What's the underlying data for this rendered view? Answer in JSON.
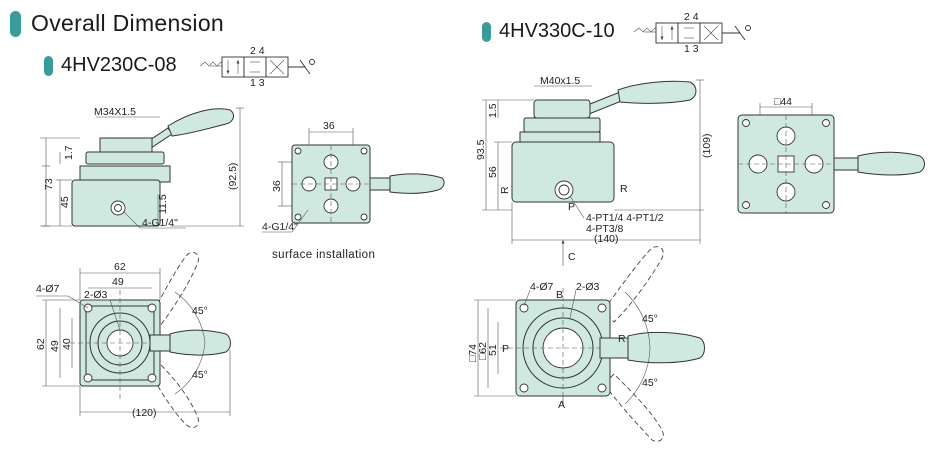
{
  "header": {
    "title": "Overall Dimension",
    "model_a": "4HV230C-08",
    "model_b": "4HV330C-10",
    "accent_color": "#3a9c9a",
    "body_color": "#cfe9e0"
  },
  "symbol_a": {
    "top": "2 4",
    "bottom": "1 3"
  },
  "symbol_b": {
    "top": "2 4",
    "bottom": "1 3"
  },
  "model_a_views": {
    "front": {
      "thread": "M34X1.5",
      "d1": "1.7",
      "d2": "73",
      "d3": "45",
      "d4": "11.5",
      "d5": "(92.5)",
      "port": "4-G1/4\""
    },
    "side": {
      "width": "36",
      "height": "36",
      "port": "4-G1/4\"",
      "caption": "surface installation"
    },
    "top": {
      "w1": "62",
      "w2": "49",
      "hole_a": "4-Ø7",
      "hole_b": "2-Ø3",
      "h1": "62",
      "h2": "49",
      "h3": "40",
      "angle_a": "45°",
      "angle_b": "45°",
      "total": "(120)"
    }
  },
  "model_b_views": {
    "front": {
      "thread": "M40x1.5",
      "d1": "1.5",
      "d2": "93.5",
      "d3": "56",
      "d5": "(109)",
      "port_p": "P",
      "port_r": "R",
      "label_l": "R",
      "label_ports_1": "4-PT1/4 4-PT1/2",
      "label_ports_2": "4-PT3/8",
      "total": "(140)"
    },
    "side": {
      "width": "□44"
    },
    "top": {
      "c": "C",
      "hole_a": "4-Ø7",
      "b": "B",
      "hole_b": "2-Ø3",
      "angle_a": "45°",
      "angle_b": "45°",
      "h1": "□74",
      "h2": "□62",
      "h3": "51",
      "p": "P",
      "r": "R",
      "a": "A"
    }
  }
}
